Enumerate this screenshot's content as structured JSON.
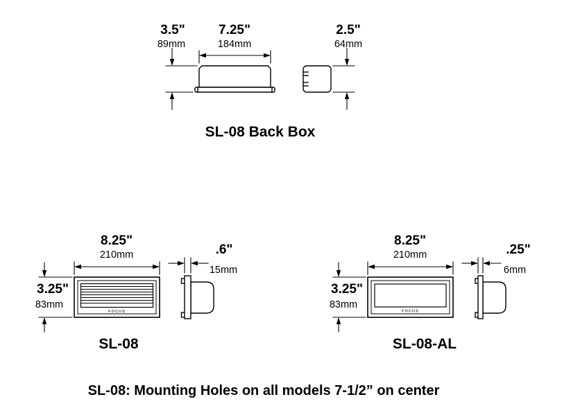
{
  "page": {
    "background": "#ffffff",
    "line_color": "#000000"
  },
  "back_box": {
    "title": "SL-08 Back Box",
    "height_in": "3.5\"",
    "height_mm": "89mm",
    "width_in": "7.25\"",
    "width_mm": "184mm",
    "depth_in": "2.5\"",
    "depth_mm": "64mm"
  },
  "sl08": {
    "title": "SL-08",
    "width_in": "8.25\"",
    "width_mm": "210mm",
    "height_in": "3.25\"",
    "height_mm": "83mm",
    "depth_in": ".6\"",
    "depth_mm": "15mm",
    "brand": "FOCUS"
  },
  "sl08_al": {
    "title": "SL-08-AL",
    "width_in": "8.25\"",
    "width_mm": "210mm",
    "height_in": "3.25\"",
    "height_mm": "83mm",
    "depth_in": ".25\"",
    "depth_mm": "6mm",
    "brand": "FOCUS"
  },
  "footer": {
    "note": "SL-08: Mounting Holes on all models 7-1/2” on center"
  }
}
